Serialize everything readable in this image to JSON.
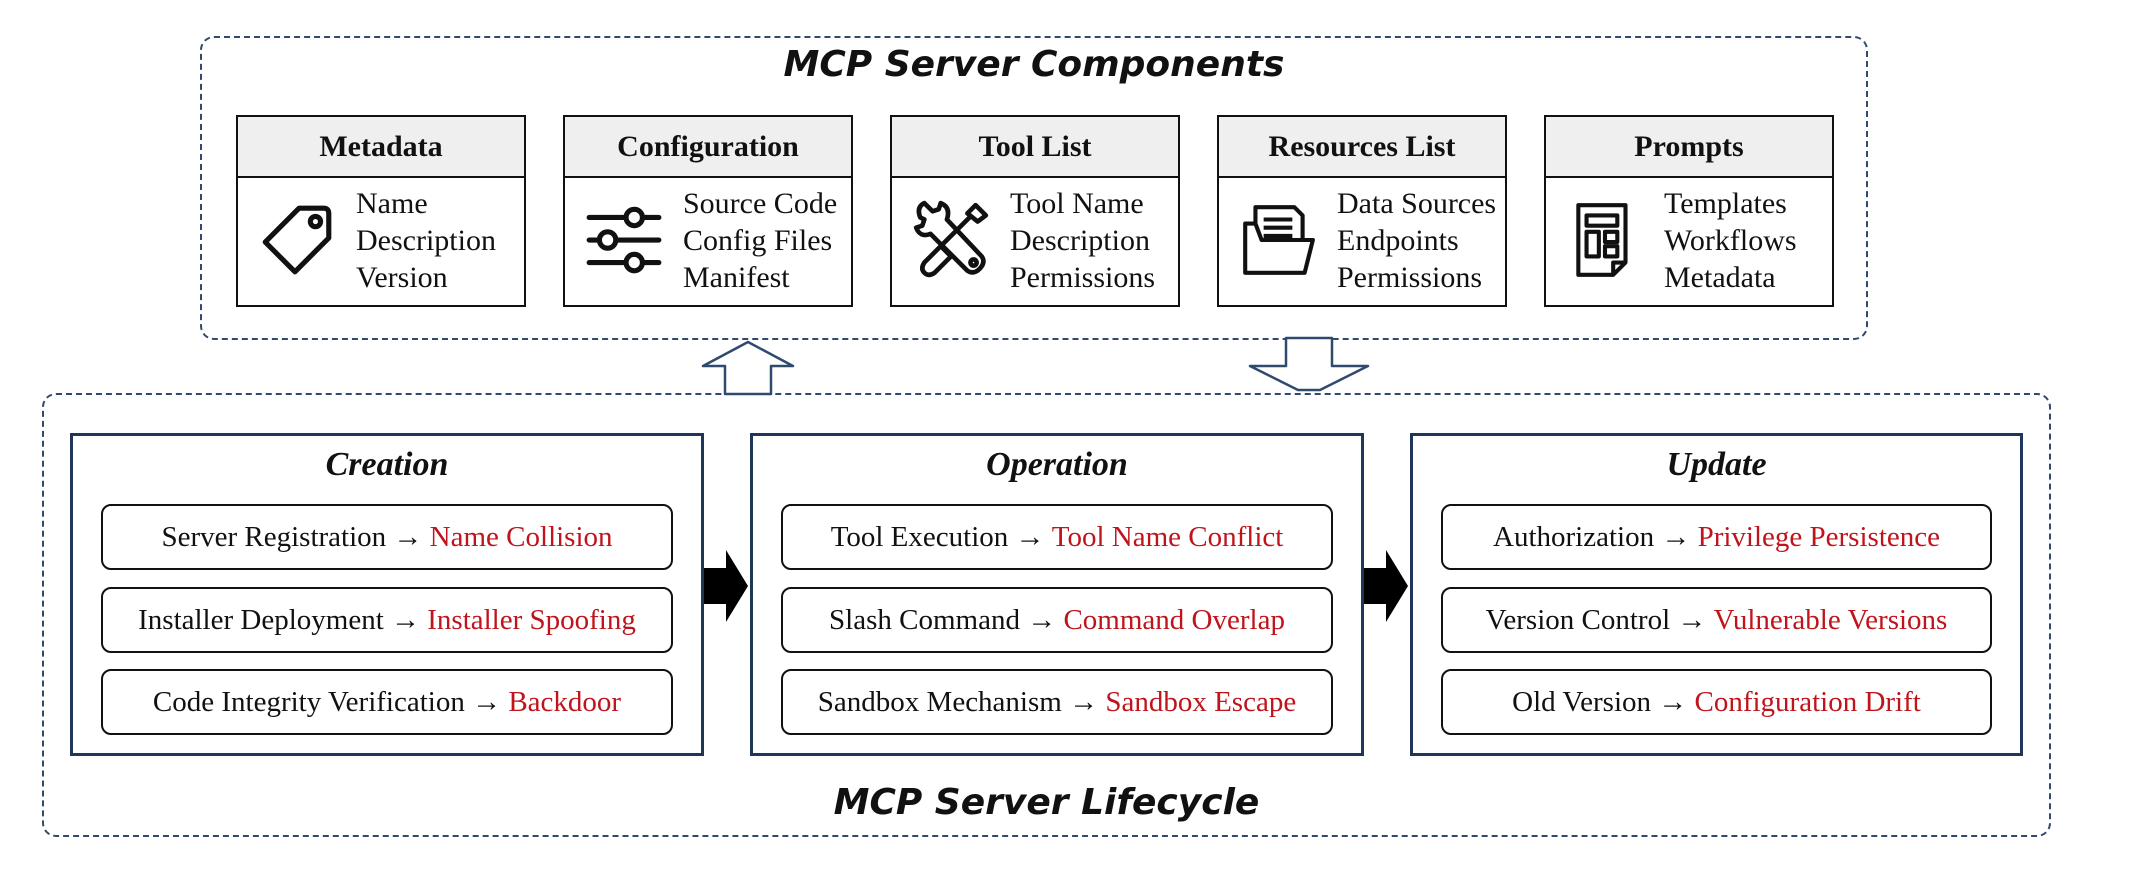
{
  "components": {
    "title": "MCP Server Components",
    "cards": [
      {
        "title": "Metadata",
        "items": [
          "Name",
          "Description",
          "Version"
        ],
        "icon": "tag-icon"
      },
      {
        "title": "Configuration",
        "items": [
          "Source Code",
          "Config Files",
          "Manifest"
        ],
        "icon": "sliders-icon"
      },
      {
        "title": "Tool List",
        "items": [
          "Tool Name",
          "Description",
          "Permissions"
        ],
        "icon": "wrench-screwdriver-icon"
      },
      {
        "title": "Resources List",
        "items": [
          "Data Sources",
          "Endpoints",
          "Permissions"
        ],
        "icon": "folder-documents-icon"
      },
      {
        "title": "Prompts",
        "items": [
          "Templates",
          "Workflows",
          "Metadata"
        ],
        "icon": "template-document-icon"
      }
    ]
  },
  "lifecycle": {
    "title": "MCP Server Lifecycle",
    "phases": [
      {
        "title": "Creation",
        "risks": [
          {
            "step": "Server Registration →",
            "threat": "Name Collision"
          },
          {
            "step": "Installer Deployment →",
            "threat": "Installer Spoofing"
          },
          {
            "step": "Code Integrity Verification →",
            "threat": "Backdoor"
          }
        ]
      },
      {
        "title": "Operation",
        "risks": [
          {
            "step": "Tool Execution →",
            "threat": "Tool Name Conflict"
          },
          {
            "step": "Slash Command →",
            "threat": "Command Overlap"
          },
          {
            "step": "Sandbox Mechanism →",
            "threat": "Sandbox Escape"
          }
        ]
      },
      {
        "title": "Update",
        "risks": [
          {
            "step": "Authorization →",
            "threat": "Privilege Persistence"
          },
          {
            "step": "Version Control →",
            "threat": "Vulnerable Versions"
          },
          {
            "step": "Old Version →",
            "threat": "Configuration Drift"
          }
        ]
      }
    ]
  },
  "colors": {
    "threat": "#c0141c",
    "frame": "#1f3559",
    "dashed": "#2f4a6e",
    "header_fill": "#efefef"
  }
}
